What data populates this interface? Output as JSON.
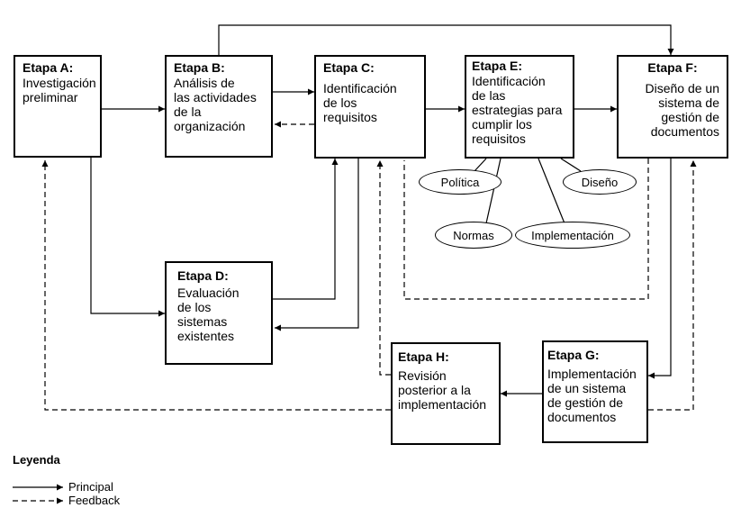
{
  "stages": {
    "a": {
      "title": "Etapa A:",
      "body": "Investigación\npreliminar"
    },
    "b": {
      "title": "Etapa B:",
      "body": "Análisis de\nlas actividades\nde la\norganización"
    },
    "c": {
      "title": "Etapa C:",
      "body": "Identificación\nde los\nrequisitos"
    },
    "d": {
      "title": "Etapa D:",
      "body": "Evaluación\nde los\nsistemas\nexistentes"
    },
    "e": {
      "title": "Etapa E:",
      "body": "Identificación\nde las\nestrategias para\ncumplir los\nrequisitos"
    },
    "f": {
      "title": "Etapa F:",
      "body": "Diseño de un\nsistema de\ngestión de\ndocumentos"
    },
    "g": {
      "title": "Etapa G:",
      "body": "Implementación\nde un sistema\nde gestión de\ndocumentos"
    },
    "h": {
      "title": "Etapa H:",
      "body": "Revisión\nposterior a la\nimplementación"
    }
  },
  "strategies": {
    "politica": "Política",
    "diseno": "Diseño",
    "normas": "Normas",
    "implementacion": "Implementación"
  },
  "legend": {
    "title": "Leyenda",
    "principal": "Principal",
    "feedback": "Feedback"
  }
}
